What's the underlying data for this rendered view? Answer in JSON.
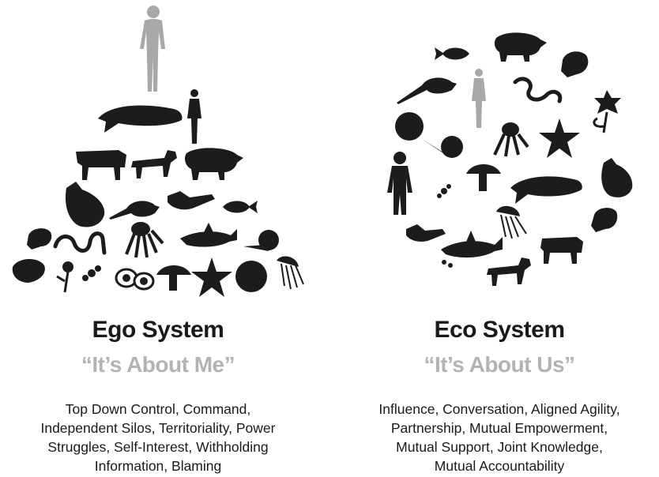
{
  "colors": {
    "silhouette": "#1c1c1c",
    "human_highlight": "#a8a8a8",
    "tagline": "#b3b3b3"
  },
  "ego": {
    "title": "Ego System",
    "tagline": "“It’s About Me”",
    "description_lines": [
      "Top Down Control, Command,",
      "Independent Silos, Territoriality, Power",
      "Struggles, Self-Interest, Withholding",
      "Information, Blaming"
    ],
    "icons": [
      "human-figure-icon",
      "woman-figure-icon",
      "whale-icon",
      "cow-icon",
      "dog-icon",
      "pig-icon",
      "hen-icon",
      "rat-icon",
      "bird-icon",
      "fish-icon",
      "frog-icon",
      "snake-icon",
      "octopus-icon",
      "shark-icon",
      "snail-icon",
      "bug-icon",
      "flower-icon",
      "ant-icon",
      "egg-icon",
      "mushroom-icon",
      "starfish-icon",
      "ball-icon",
      "jellyfish-icon"
    ]
  },
  "eco": {
    "title": "Eco System",
    "tagline": "“It’s About Us”",
    "description_lines": [
      "Influence, Conversation, Aligned Agility,",
      "Partnership, Mutual Empowerment,",
      "Mutual Support, Joint Knowledge,",
      "Mutual Accountability"
    ],
    "icons": [
      "fish-icon",
      "pig-icon",
      "frog-icon",
      "rat-icon",
      "woman-figure-icon",
      "snake-icon",
      "flower-icon",
      "ball-icon",
      "snail-icon",
      "octopus-icon",
      "starfish-icon",
      "man-figure-icon",
      "ant-icon",
      "mushroom-icon",
      "whale-icon",
      "hen-icon",
      "jellyfish-icon",
      "bird-icon",
      "shark-icon",
      "cow-icon",
      "dog-icon"
    ]
  }
}
